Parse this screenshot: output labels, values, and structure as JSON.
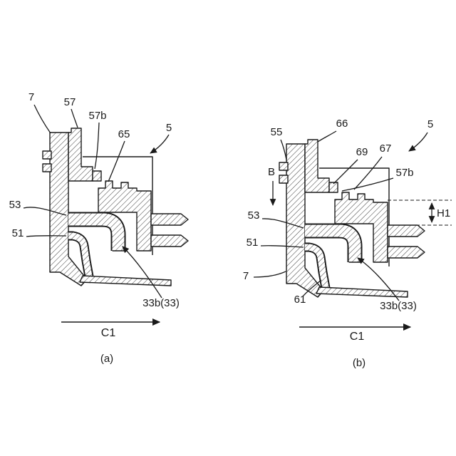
{
  "colors": {
    "line": "#1a1a1a",
    "background": "#ffffff",
    "hatch": "#3a3a3a"
  },
  "figure": {
    "kind": "patent-style cross-section drawing, two panels",
    "panels": [
      {
        "caption": "(a)",
        "direction_label": "C1",
        "labels": {
          "l7": "7",
          "l57": "57",
          "l57b": "57b",
          "l65": "65",
          "l5": "5",
          "l53": "53",
          "l51": "51",
          "l33b": "33b(33)"
        }
      },
      {
        "caption": "(b)",
        "direction_label": "C1",
        "labels": {
          "l55": "55",
          "l66": "66",
          "l69": "69",
          "l67": "67",
          "l5": "5",
          "l57b": "57b",
          "lB": "B",
          "l53": "53",
          "l51": "51",
          "l7": "7",
          "l61": "61",
          "l33b": "33b(33)",
          "lH1": "H1"
        }
      }
    ]
  }
}
